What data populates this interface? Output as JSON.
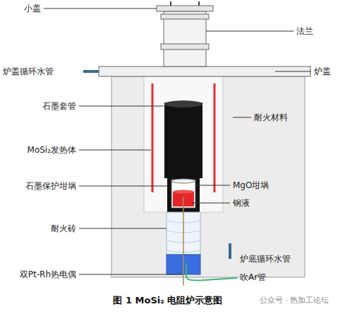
{
  "diagram": {
    "caption": "图 1 MoSi₂ 电阻炉示意图",
    "labels": [
      "小盖",
      "法兰",
      "炉盖循环水管",
      "炉盖",
      "石墨套管",
      "耐火材料",
      "MoSi₂发热体",
      "石墨保护坩埚",
      "MgO坩埚",
      "钢液",
      "耐火砖",
      "炉底循环水管",
      "双Pt-Rh热电偶",
      "吹Ar管",
      "公众号 · 热加工论坛"
    ]
  }
}
